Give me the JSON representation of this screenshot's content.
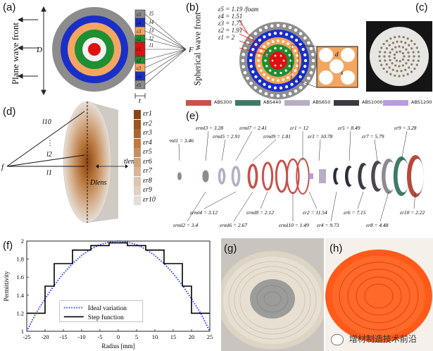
{
  "panels": {
    "a": {
      "label": "(a)",
      "left_title": "Plane wave front",
      "D": "D",
      "t": "t",
      "F": "F",
      "eps_labels": [
        "ε5",
        "ε4",
        "ε3",
        "ε2",
        "ε1",
        "ε2",
        "ε3",
        "ε4",
        "ε5"
      ],
      "l_labels": [
        "l5",
        "l4",
        "l3",
        "l2",
        "l1"
      ]
    },
    "b": {
      "label": "(b)",
      "left_title": "Spherical wave front",
      "eps_values": [
        "ε5 = 1.19 /foam",
        "ε4 = 1.51",
        "ε3 = 1.75",
        "ε2 = 1.91",
        "ε1 = 2"
      ],
      "inset_labels": [
        "d",
        "s"
      ]
    },
    "c": {
      "label": "(c)"
    },
    "d": {
      "label": "(d)",
      "f": "f",
      "l10": "l10",
      "l2": "l2",
      "dots": "⋮",
      "l1": "l1",
      "D_lens": "Dlens",
      "t_lens": "tlens",
      "legend": [
        "εr1",
        "εr2",
        "εr3",
        "εr4",
        "εr5",
        "εr6",
        "εr7",
        "εr8",
        "εr9",
        "εr10"
      ],
      "legend_colors": [
        "#8a4412",
        "#9c5420",
        "#ad6530",
        "#bb7a46",
        "#c78f5e",
        "#d1a37a",
        "#d8b597",
        "#ddc5b0",
        "#e0d1c5",
        "#e4ddd7"
      ]
    },
    "e": {
      "label": "(e)",
      "materials": [
        {
          "name": "ABS300",
          "color": "#c9514a"
        },
        {
          "name": "ABS440",
          "color": "#3f7a66"
        },
        {
          "name": "ABS650",
          "color": "#b7aec4"
        },
        {
          "name": "ABS1000",
          "color": "#3b3942"
        },
        {
          "name": "ABS1200",
          "color": "#b99be0"
        }
      ],
      "top_labels": [
        "εrml1 = 3.46",
        "εrml3 = 3.28",
        "εrml5 = 2.91",
        "εrml7 = 2.41",
        "εrml9 = 1.81",
        "εr1 = 12",
        "εr3 = 10.78",
        "εr5 = 8.49",
        "εr7 = 5.79",
        "εr9 = 3.28"
      ],
      "bottom_labels": [
        "εrml2 = 3.4",
        "εrml4 = 3.12",
        "εrml6 = 2.67",
        "εrml8 = 2.12",
        "εrml10 = 1.49",
        "εr2 = 11.54",
        "εr4 = 9.73",
        "εr6 = 7.15",
        "εr8 = 4.48",
        "εr10 = 2.22"
      ]
    },
    "f": {
      "label": "(f)"
    },
    "g": {
      "label": "(g)"
    },
    "h": {
      "label": "(h)"
    }
  },
  "chart_data": {
    "type": "line",
    "title": "",
    "xlabel": "Radius [mm]",
    "ylabel": "Permittivity",
    "xlim": [
      -25,
      25
    ],
    "ylim": [
      1,
      2
    ],
    "xticks": [
      -25,
      -20,
      -15,
      -10,
      -5,
      0,
      5,
      10,
      15,
      20,
      25
    ],
    "yticks": [
      1,
      1.2,
      1.4,
      1.6,
      1.8,
      2
    ],
    "legend_position": "bottom-center",
    "series": [
      {
        "name": "Ideal variation",
        "style": "dotted",
        "color": "#2a3cff",
        "x": [
          -25,
          -22.5,
          -20,
          -17.5,
          -15,
          -12.5,
          -10,
          -7.5,
          -5,
          -2.5,
          0,
          2.5,
          5,
          7.5,
          10,
          12.5,
          15,
          17.5,
          20,
          22.5,
          25
        ],
        "y": [
          1.0,
          1.2,
          1.36,
          1.51,
          1.64,
          1.75,
          1.84,
          1.91,
          1.96,
          1.99,
          2.0,
          1.99,
          1.96,
          1.91,
          1.84,
          1.75,
          1.64,
          1.51,
          1.36,
          1.2,
          1.0
        ]
      },
      {
        "name": "Step function",
        "style": "solid",
        "color": "#000000",
        "x": [
          -25,
          -22.5,
          -22.5,
          -20,
          -20,
          -17.5,
          -17.5,
          -12.5,
          -12.5,
          -7.5,
          -7.5,
          -2.5,
          -2.5,
          2.5,
          2.5,
          7.5,
          7.5,
          12.5,
          12.5,
          17.5,
          17.5,
          20,
          20,
          22.5,
          22.5,
          25
        ],
        "y": [
          1.2,
          1.2,
          1.2,
          1.2,
          1.5,
          1.5,
          1.75,
          1.75,
          1.9,
          1.9,
          1.95,
          1.95,
          1.98,
          1.98,
          1.95,
          1.95,
          1.9,
          1.9,
          1.75,
          1.75,
          1.5,
          1.5,
          1.2,
          1.2,
          1.2,
          1.2
        ]
      }
    ]
  },
  "watermark": {
    "text": "增材制造技术前沿"
  }
}
